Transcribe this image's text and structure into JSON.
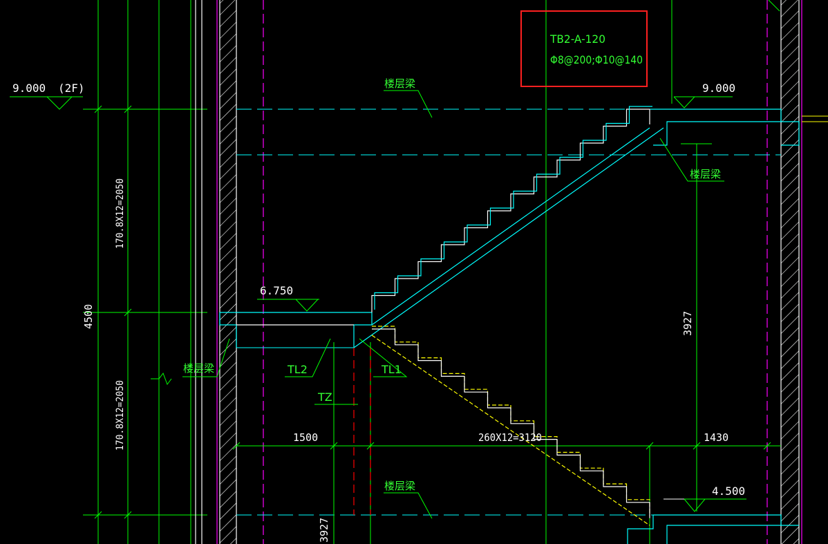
{
  "annotation_box": {
    "line1": "TB2-A-120",
    "line2": "Φ8@200;Φ10@140"
  },
  "levels": {
    "level_9_left": "9.000",
    "floor_tag": "(2F)",
    "level_9_right": "9.000",
    "level_6750": "6.750",
    "level_4500": "4.500"
  },
  "dimensions": {
    "upper_flight_height": "170.8X12=2050",
    "lower_flight_height": "170.8X12=2050",
    "total_height": "4500",
    "landing_width": "1500",
    "flight_run": "260X12=3120",
    "right_landing": "1430",
    "right_vertical": "3927",
    "bottom_vertical": "3927"
  },
  "labels": {
    "floor_beam": "楼层梁",
    "tl1": "TL1",
    "tl2": "TL2",
    "tz": "TZ"
  },
  "colors": {
    "background": "#000000",
    "dimension_green": "#00ff00",
    "structure_cyan": "#00ffff",
    "axis_magenta": "#ff00ff",
    "hidden_yellow": "#ffff00",
    "column_red": "#ff0000",
    "highlight_box": "#ff2020"
  }
}
